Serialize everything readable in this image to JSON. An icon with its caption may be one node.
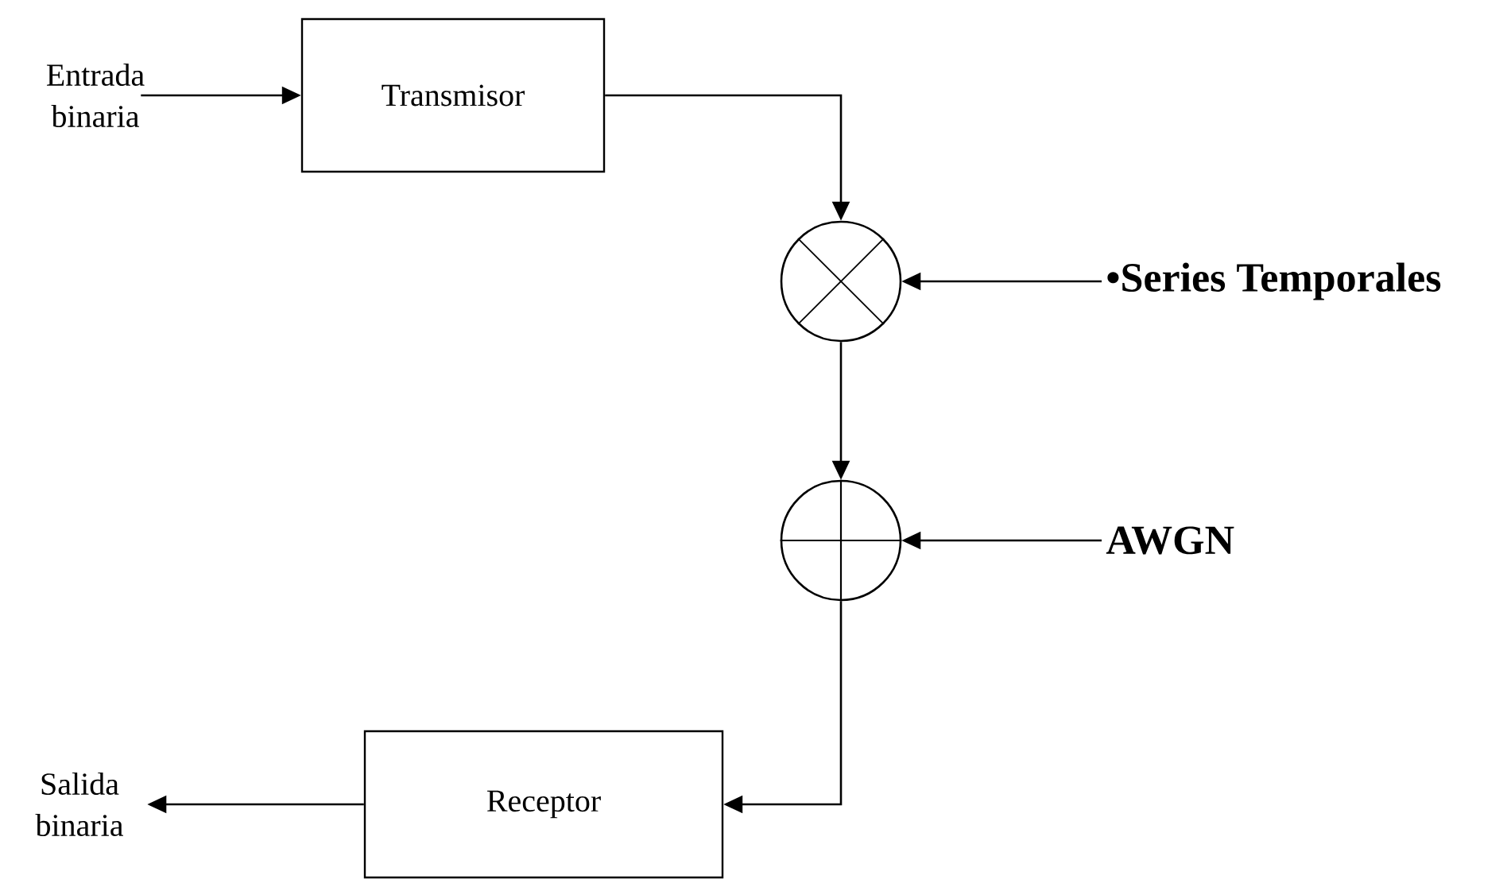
{
  "diagram": {
    "nodes": [
      {
        "text": [
          "Entrada binaria"
        ]
      },
      {
        "text": [
          "Transmisor"
        ]
      },
      {
        "text": [],
        "shape": "circle"
      },
      {
        "text": [
          "•Series Temporales"
        ]
      },
      {
        "text": [],
        "shape": "circle"
      },
      {
        "text": [
          "AWGN"
        ]
      },
      {
        "text": [
          "Receptor"
        ]
      },
      {
        "text": [
          "Salida binaria"
        ]
      }
    ],
    "edges": [
      {
        "from": 0,
        "to": 1,
        "arrow": "to"
      },
      {
        "from": 1,
        "to": 2,
        "arrow": "to"
      },
      {
        "from": 3,
        "to": 2,
        "arrow": "to"
      },
      {
        "from": 2,
        "to": 4,
        "arrow": "to"
      },
      {
        "from": 5,
        "to": 4,
        "arrow": "to"
      },
      {
        "from": 4,
        "to": 6,
        "arrow": "to"
      },
      {
        "from": 6,
        "to": 7,
        "arrow": "to"
      }
    ]
  }
}
